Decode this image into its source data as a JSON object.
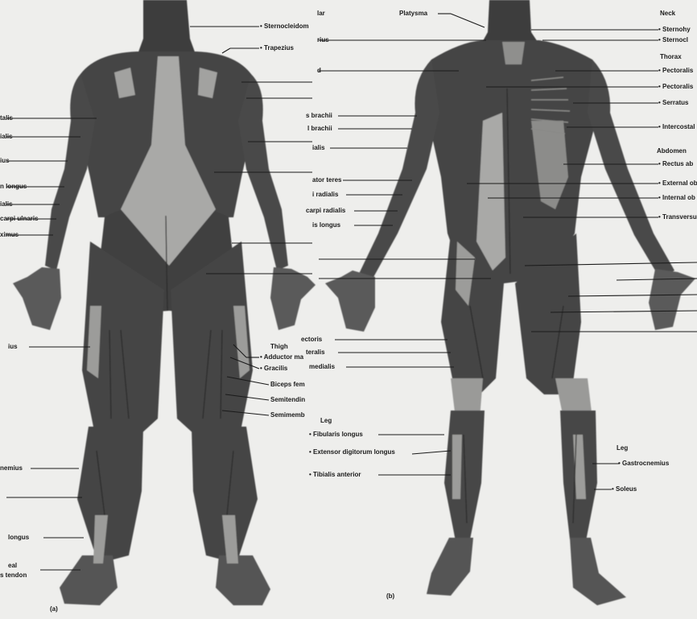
{
  "figure": {
    "panel_a_tag": "(a)",
    "panel_b_tag": "(b)",
    "colors": {
      "muscle": "#4a4a4a",
      "muscle_dark": "#333333",
      "tendon": "#a9a9a7",
      "background": "#eeeeec",
      "leader": "#1a1a1a"
    }
  },
  "posterior": {
    "right_labels": [
      {
        "text": "• Sternocleidom"
      },
      {
        "text": "• Trapezius"
      },
      {
        "text": "Thigh"
      },
      {
        "text": "• Adductor ma"
      },
      {
        "text": "• Gracilis"
      },
      {
        "text": "Biceps fem"
      },
      {
        "text": "Semitendin"
      },
      {
        "text": "Semimemb"
      }
    ],
    "left_labels": [
      {
        "text": "talis"
      },
      {
        "text": "ialis"
      },
      {
        "text": "ius"
      },
      {
        "text": "n longus"
      },
      {
        "text": "ialis"
      },
      {
        "text": "carpi ulnaris"
      },
      {
        "text": "ximus"
      },
      {
        "text": "ius"
      },
      {
        "text": "nemius"
      },
      {
        "text": "longus"
      },
      {
        "text": "eal"
      },
      {
        "text": "s tendon"
      }
    ]
  },
  "anterior": {
    "left_labels": [
      {
        "text": "Platysma"
      },
      {
        "text": "lar"
      },
      {
        "text": "rius"
      },
      {
        "text": "d"
      },
      {
        "text": "s brachii"
      },
      {
        "text": "l brachii"
      },
      {
        "text": "ialis"
      },
      {
        "text": "ator teres"
      },
      {
        "text": "i radialis"
      },
      {
        "text": "carpi radialis"
      },
      {
        "text": "is longus"
      },
      {
        "text": "ectoris"
      },
      {
        "text": "teralis"
      },
      {
        "text": "medialis"
      }
    ],
    "right_labels": [
      {
        "text": "Neck"
      },
      {
        "text": "• Sternohy"
      },
      {
        "text": "• Sternocl"
      },
      {
        "text": "Thorax"
      },
      {
        "text": "• Pectoralis"
      },
      {
        "text": "• Pectoralis"
      },
      {
        "text": "• Serratus"
      },
      {
        "text": "• Intercostal"
      },
      {
        "text": "Abdomen"
      },
      {
        "text": "• Rectus ab"
      },
      {
        "text": "• External ob"
      },
      {
        "text": "• Internal ob"
      },
      {
        "text": "• Transversus"
      }
    ],
    "leg_left_labels": [
      {
        "text": "Leg"
      },
      {
        "text": "• Fibularis longus"
      },
      {
        "text": "• Extensor digitorum longus"
      },
      {
        "text": "• Tibialis anterior"
      }
    ],
    "leg_right_labels": [
      {
        "text": "Leg"
      },
      {
        "text": "• Gastrocnemius"
      },
      {
        "text": "• Soleus"
      }
    ]
  }
}
